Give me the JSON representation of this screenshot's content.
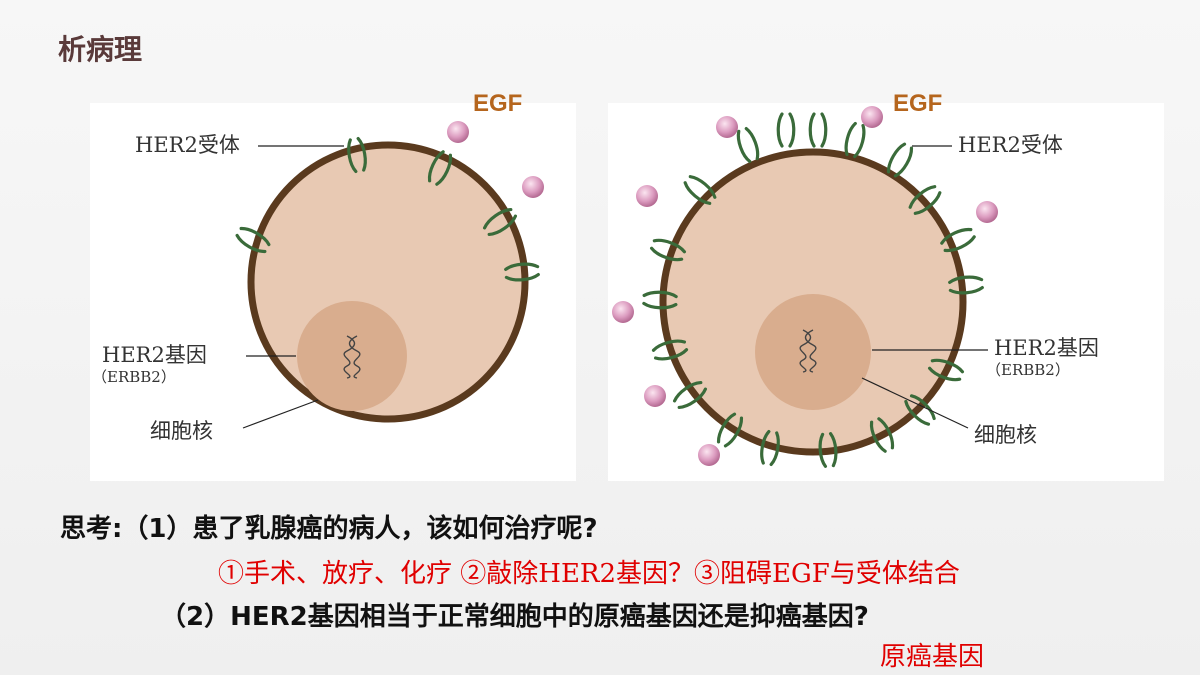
{
  "slide": {
    "title": "析病理"
  },
  "left_diagram": {
    "egf": "EGF",
    "receptor_label": "HER2受体",
    "gene_label": "HER2基因",
    "gene_sub": "（ERBB2）",
    "nucleus_label": "细胞核"
  },
  "right_diagram": {
    "egf": "EGF",
    "receptor_label": "HER2受体",
    "gene_label": "HER2基因",
    "gene_sub": "（ERBB2）",
    "nucleus_label": "细胞核"
  },
  "questions": {
    "q1": "思考:（1）患了乳腺癌的病人，该如何治疗呢?",
    "a1": "①手术、放疗、化疗  ②敲除HER2基因？③阻碍EGF与受体结合",
    "q2": "（2）HER2基因相当于正常细胞中的原癌基因还是抑癌基因?",
    "a2": "原癌基因"
  },
  "colors": {
    "membrane": "#5a3a1e",
    "cytoplasm": "#e8c8b0",
    "nucleus": "#dcb091",
    "receptor": "#3a6b3a",
    "egf_ball": "#d9a0c0",
    "answer": "#e00000"
  }
}
